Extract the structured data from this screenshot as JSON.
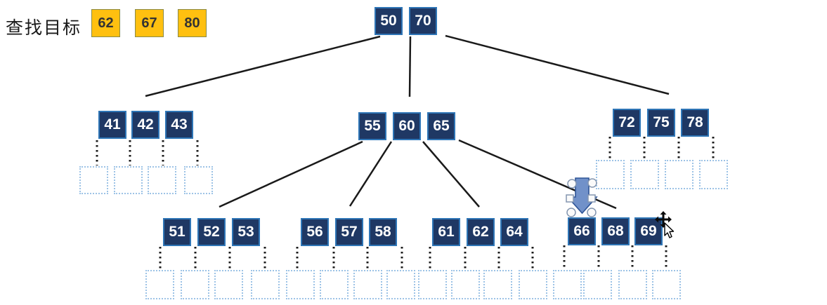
{
  "header": {
    "label": "查找目标"
  },
  "targets": [
    "62",
    "67",
    "80"
  ],
  "tree": {
    "root": {
      "keys": [
        "50",
        "70"
      ]
    },
    "level2": [
      {
        "keys": [
          "41",
          "42",
          "43"
        ]
      },
      {
        "keys": [
          "55",
          "60",
          "65"
        ]
      },
      {
        "keys": [
          "72",
          "75",
          "78"
        ]
      }
    ],
    "level3": [
      {
        "keys": [
          "51",
          "52",
          "53"
        ]
      },
      {
        "keys": [
          "56",
          "57",
          "58"
        ]
      },
      {
        "keys": [
          "61",
          "62",
          "64"
        ]
      },
      {
        "keys": [
          "66",
          "68",
          "69"
        ]
      }
    ],
    "empty_slot_counts": {
      "left_row": 4,
      "right_row": 4,
      "bottom_row": 16
    }
  },
  "icons": {
    "selected_shape": "down-block-arrow-icon",
    "pointer": "move-cursor-icon"
  },
  "colors": {
    "node_fill": "#1F3864",
    "node_border": "#2E75B6",
    "node_text": "#FFFFFF",
    "target_fill": "#FFC010",
    "target_border": "#8A8A46",
    "slot_border": "#9DC3E6",
    "edge": "#1A1A1A",
    "arrow_fill": "#7191C9",
    "arrow_border": "#2F5597",
    "handle_fill": "#FAFAFA",
    "handle_border": "#8496B0"
  }
}
